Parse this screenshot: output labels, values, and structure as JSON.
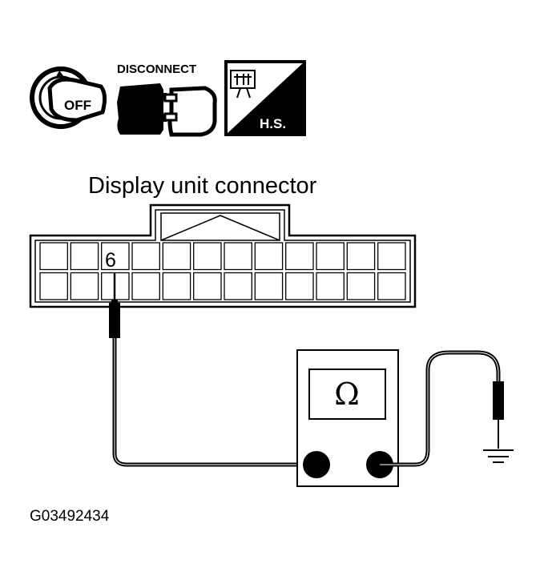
{
  "icons": {
    "ignition": {
      "name": "ignition-key-off-icon",
      "text": "OFF"
    },
    "disconnect": {
      "name": "disconnect-battery-icon",
      "text": "DISCONNECT"
    },
    "harness": {
      "name": "harness-side-icon",
      "text": "H.S."
    }
  },
  "connector": {
    "title": "Display unit connector",
    "pin_label": "6"
  },
  "meter": {
    "symbol": "Ω"
  },
  "figure_code": "G03492434"
}
